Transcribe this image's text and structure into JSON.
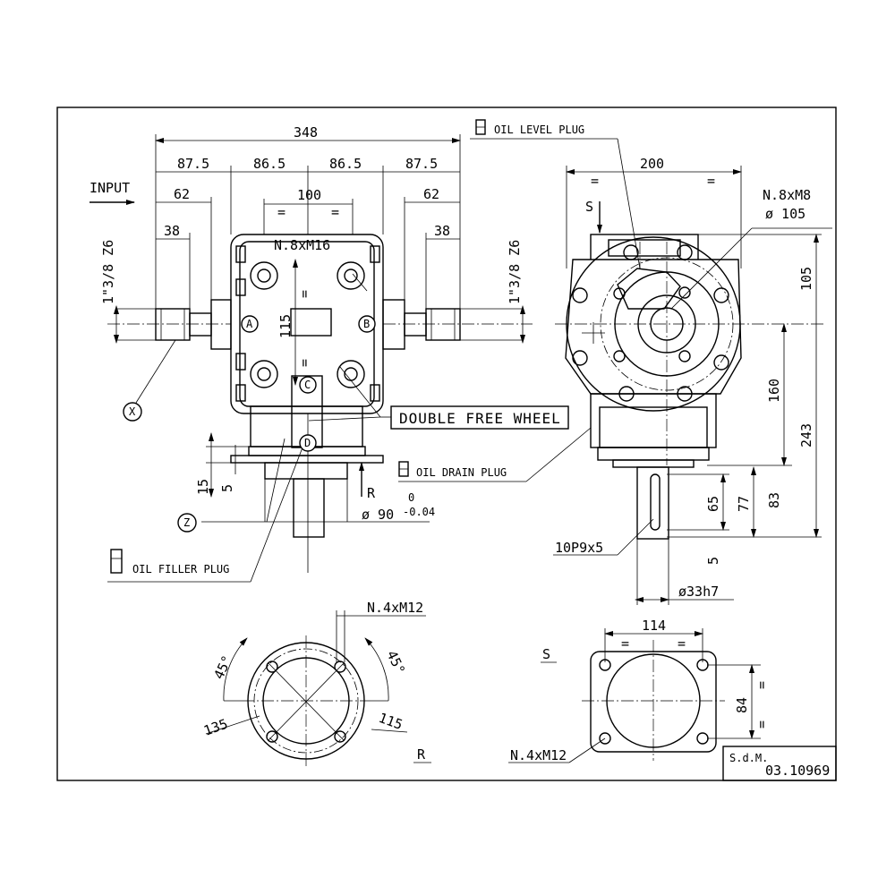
{
  "dimensions": {
    "overall_length": "348",
    "left_outer": "87.5",
    "left_inner": "86.5",
    "right_inner": "86.5",
    "right_outer": "87.5",
    "center_width": "100",
    "left_shaft": "62",
    "right_shaft": "62",
    "left_spline": "38",
    "right_spline": "38",
    "shaft_spec_left": "1\"3/8 Z6",
    "shaft_spec_right": "1\"3/8 Z6",
    "center_height": "115",
    "flange_15": "15",
    "flange_5": "5",
    "diameter_90": "ø 90",
    "tol_upper": "0",
    "tol_lower": "-0.04",
    "side_width": "200",
    "side_105": "105",
    "side_160": "160",
    "side_243": "243",
    "side_83": "83",
    "side_77": "77",
    "side_65": "65",
    "side_5": "5",
    "bolt_circle": "N.8xM8",
    "bolt_dia": "ø 105",
    "key": "10P9x5",
    "shaft_dia": "ø33h7",
    "flange_holes": "N.4xM12",
    "angle_1": "45°",
    "angle_2": "45°",
    "dia_135": "135",
    "dia_115": "115",
    "view_r": "R",
    "view_s": "S",
    "width_114": "114",
    "height_84": "84",
    "base_holes": "N.4xM12",
    "top_holes": "N.8xM16",
    "eq": "="
  },
  "labels": {
    "input": "INPUT",
    "oil_level_plug": "OIL LEVEL PLUG",
    "oil_drain_plug": "OIL DRAIN PLUG",
    "oil_filler_plug": "OIL FILLER PLUG",
    "double_free_wheel": "DOUBLE FREE WHEEL",
    "point_a": "A",
    "point_b": "B",
    "point_c": "C",
    "point_d": "D",
    "point_x": "X",
    "point_z": "Z",
    "arrow_s": "S",
    "arrow_r": "R"
  },
  "title_block": {
    "company": "S.d.M.",
    "number": "03.10969"
  }
}
